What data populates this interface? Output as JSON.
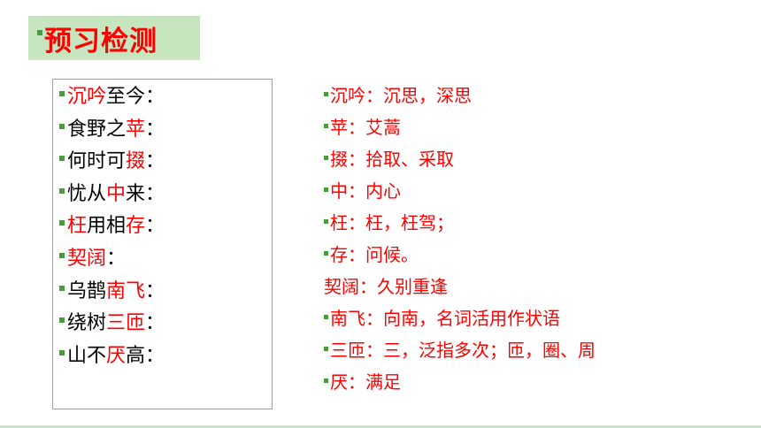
{
  "title": "预习检测",
  "left_items": [
    [
      {
        "t": "沉吟",
        "r": true
      },
      {
        "t": "至今：",
        "r": false
      }
    ],
    [
      {
        "t": "食野之",
        "r": false
      },
      {
        "t": "苹",
        "r": true
      },
      {
        "t": "：",
        "r": false
      }
    ],
    [
      {
        "t": "何时可",
        "r": false
      },
      {
        "t": "掇",
        "r": true
      },
      {
        "t": "：",
        "r": false
      }
    ],
    [
      {
        "t": "忧从",
        "r": false
      },
      {
        "t": "中",
        "r": true
      },
      {
        "t": "来：",
        "r": false
      }
    ],
    [
      {
        "t": "枉",
        "r": true
      },
      {
        "t": "用相",
        "r": false
      },
      {
        "t": "存",
        "r": true
      },
      {
        "t": "：",
        "r": false
      }
    ],
    [
      {
        "t": "契阔",
        "r": true
      },
      {
        "t": "：",
        "r": false
      }
    ],
    [
      {
        "t": "乌鹊",
        "r": false
      },
      {
        "t": "南飞",
        "r": true
      },
      {
        "t": "：",
        "r": false
      }
    ],
    [
      {
        "t": "绕树",
        "r": false
      },
      {
        "t": "三匝",
        "r": true
      },
      {
        "t": "：",
        "r": false
      }
    ],
    [
      {
        "t": "山不",
        "r": false
      },
      {
        "t": "厌",
        "r": true
      },
      {
        "t": "高：",
        "r": false
      }
    ]
  ],
  "right_items": [
    {
      "text": "沉吟：沉思，深思",
      "bullet": true
    },
    {
      "text": "苹：艾蒿",
      "bullet": true
    },
    {
      "text": "掇：拾取、采取",
      "bullet": true
    },
    {
      "text": "中：内心",
      "bullet": true
    },
    {
      "text": "枉：枉，枉驾；",
      "bullet": true
    },
    {
      "text": "存：问候。",
      "bullet": true
    },
    {
      "text": "契阔：久别重逢",
      "bullet": false
    },
    {
      "text": "南飞：向南，名词活用作状语",
      "bullet": true
    },
    {
      "text": "三匝：三，泛指多次；匝，圈、周",
      "bullet": true
    },
    {
      "text": "厌：满足",
      "bullet": true
    }
  ],
  "colors": {
    "accent_red": "#ff0000",
    "title_bg": "#c7e6c0",
    "bullet_green": "#4c9a3e"
  }
}
